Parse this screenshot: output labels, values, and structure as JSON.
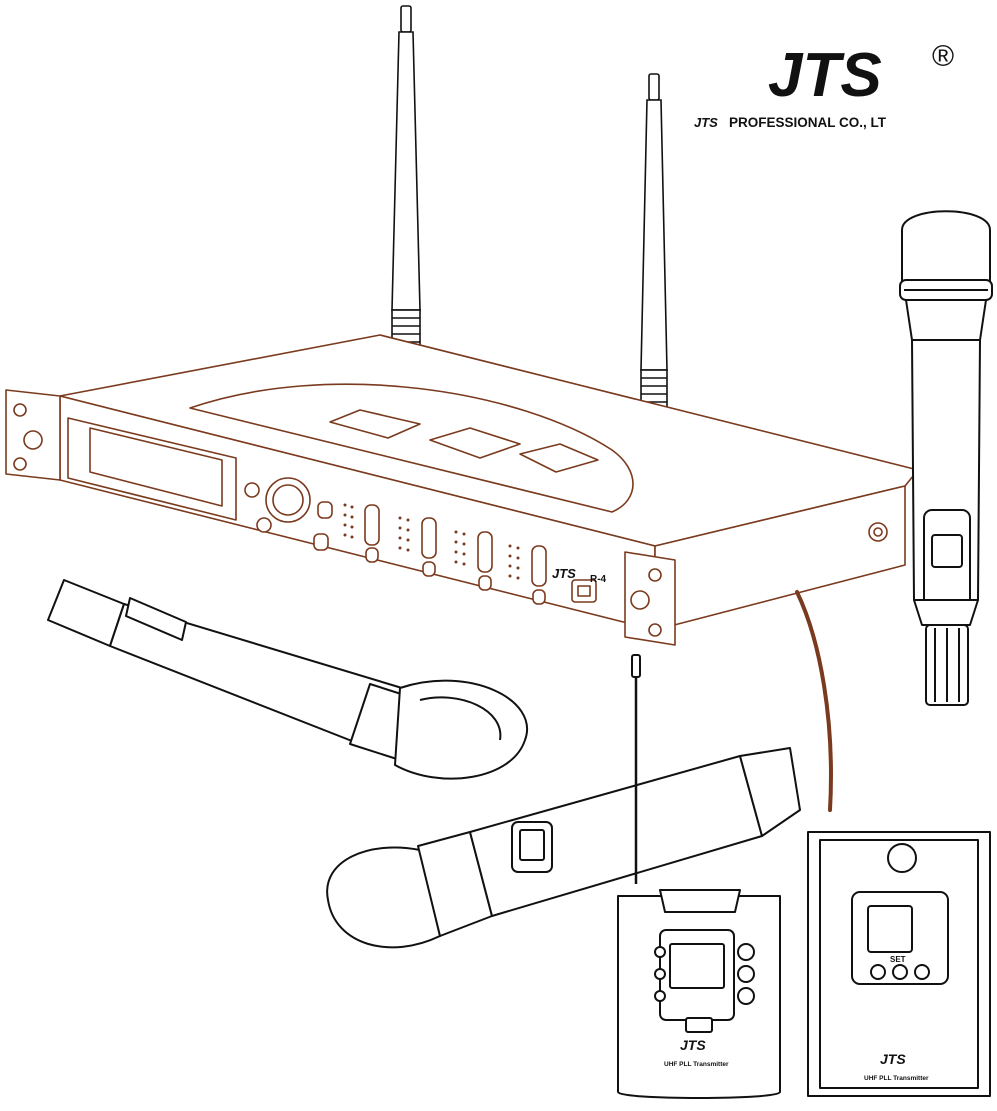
{
  "brand": {
    "logo": "JTS",
    "registered": "®",
    "company": "PROFESSIONAL CO., LT",
    "company_prefix": "JTS"
  },
  "receiver": {
    "badge": "JTS",
    "model": "R-4"
  },
  "bodypack_left": {
    "badge": "JTS",
    "caption": "UHF PLL Transmitter"
  },
  "bodypack_right": {
    "badge": "JTS",
    "caption": "UHF PLL Transmitter",
    "set_label": "SET"
  },
  "colors": {
    "line": "#111111",
    "receiver_outline": "#7a3a1e",
    "paper": "#ffffff"
  }
}
